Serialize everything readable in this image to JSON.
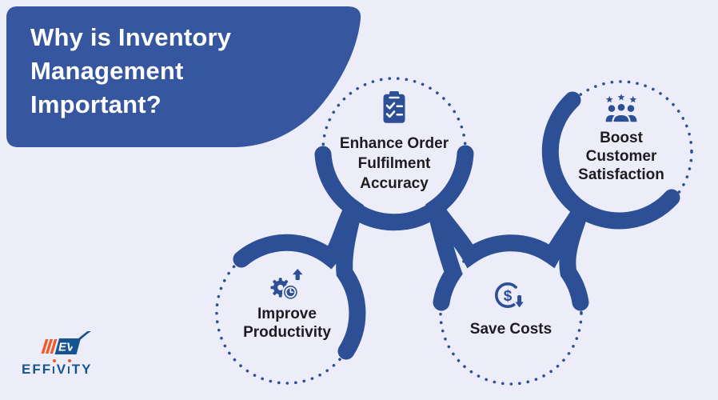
{
  "header": {
    "title_lines": [
      "Why is Inventory",
      "Management",
      "Important?"
    ]
  },
  "nodes": [
    {
      "id": "enhance-order-fulfilment",
      "label": "Enhance Order Fulfilment Accuracy",
      "icon": "clipboard-checklist-icon"
    },
    {
      "id": "boost-customer-satisfaction",
      "label": "Boost Customer Satisfaction",
      "icon": "customers-stars-icon"
    },
    {
      "id": "improve-productivity",
      "label": "Improve Productivity",
      "icon": "gear-clock-arrow-icon"
    },
    {
      "id": "save-costs",
      "label": "Save Costs",
      "icon": "dollar-down-icon"
    }
  ],
  "logo": {
    "monogram": "EV",
    "wordmark_parts": [
      "EFF",
      "I",
      "V",
      "I",
      "TY"
    ]
  },
  "colors": {
    "background": "#ecedf9",
    "header_blue": "#3656a0",
    "ribbon_blue": "#2d4f96",
    "dotted_border_blue": "#2d5097",
    "icon_blue": "#2d4f96",
    "label_text": "#1d1d1f",
    "title_text": "#ffffff",
    "logo_blue": "#15548f",
    "logo_orange": "#ee5a29"
  }
}
